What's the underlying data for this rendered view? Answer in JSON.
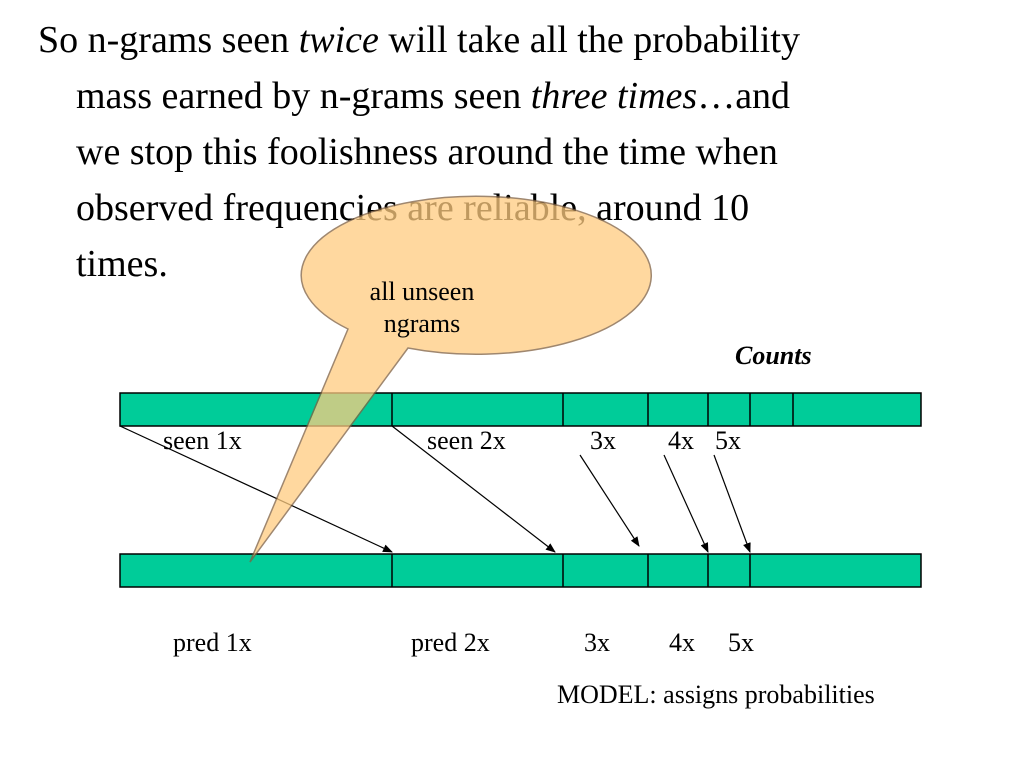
{
  "paragraph": {
    "line1": {
      "pre": "So n-grams seen ",
      "em": "twice",
      "post": " will take all the probability"
    },
    "line2": {
      "pre": "mass earned by n-grams seen ",
      "em": "three times",
      "post": "…and"
    },
    "line3": "we stop this foolishness around the time when",
    "line4": "observed frequencies are reliable, around 10",
    "line5": "times."
  },
  "bubble": {
    "line1": "all unseen",
    "line2": "ngrams"
  },
  "counts_label": "Counts",
  "top_labels": {
    "seen1": "seen 1x",
    "seen2": "seen 2x",
    "c3": "3x",
    "c4": "4x",
    "c5": "5x"
  },
  "bottom_labels": {
    "pred1": "pred 1x",
    "pred2": "pred 2x",
    "c3": "3x",
    "c4": "4x",
    "c5": "5x"
  },
  "model_label": "MODEL: assigns probabilities",
  "colors": {
    "bar_fill": "#00CC99",
    "bar_stroke": "#000000",
    "bubble_fill": "#FFCC80",
    "bubble_stroke": "#806040"
  }
}
